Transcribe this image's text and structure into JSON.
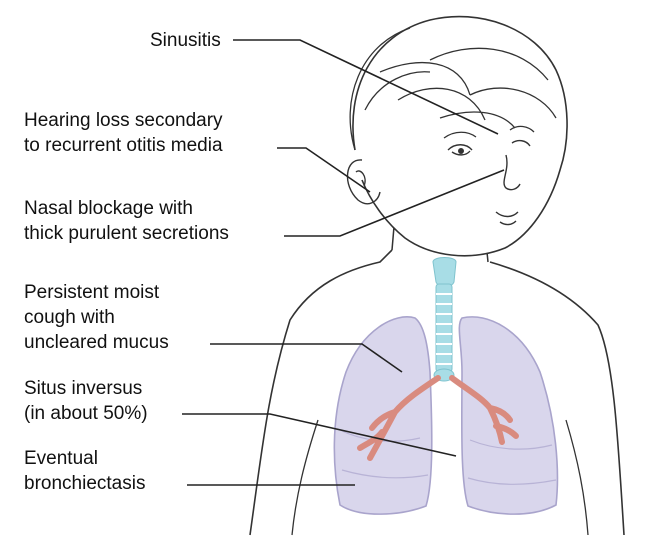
{
  "labels": {
    "sinusitis": [
      "Sinusitis"
    ],
    "hearing": [
      "Hearing loss secondary",
      "to recurrent otitis media"
    ],
    "nasal": [
      "Nasal blockage with",
      "thick purulent secretions"
    ],
    "cough": [
      "Persistent moist",
      "cough with",
      "uncleared mucus"
    ],
    "situs": [
      "Situs inversus",
      "(in about 50%)"
    ],
    "bronchiectasis": [
      "Eventual",
      "bronchiectasis"
    ]
  },
  "colors": {
    "lung_fill": "#d9d6ec",
    "lung_stroke": "#a9a4cc",
    "trachea": "#a8dde6",
    "bronchi": "#d98b7f",
    "line": "#222222"
  }
}
